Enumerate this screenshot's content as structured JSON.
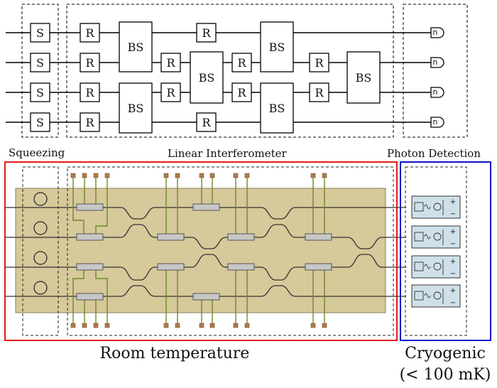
{
  "schematic": {
    "squeezer_label": "S",
    "rotation_label": "R",
    "beamsplitter_label": "BS"
  },
  "sections": {
    "squeezing": "Squeezing",
    "interferometer": "Linear Interferometer",
    "detection": "Photon Detection"
  },
  "bottom": {
    "room": "Room temperature",
    "cryo_line1": "Cryogenic",
    "cryo_line2": "(< 100 mK)"
  },
  "detector_symbols": {
    "plus": "+",
    "minus": "−"
  },
  "colors": {
    "chip": "#d6c99a",
    "room_box": "#e01b1b",
    "cryo_box": "#1010cc",
    "phase_shifter": "#c7c7c7",
    "electrode": "#6d8a2a",
    "pad": "#b07a4a",
    "detector": "#cfe0ea"
  }
}
